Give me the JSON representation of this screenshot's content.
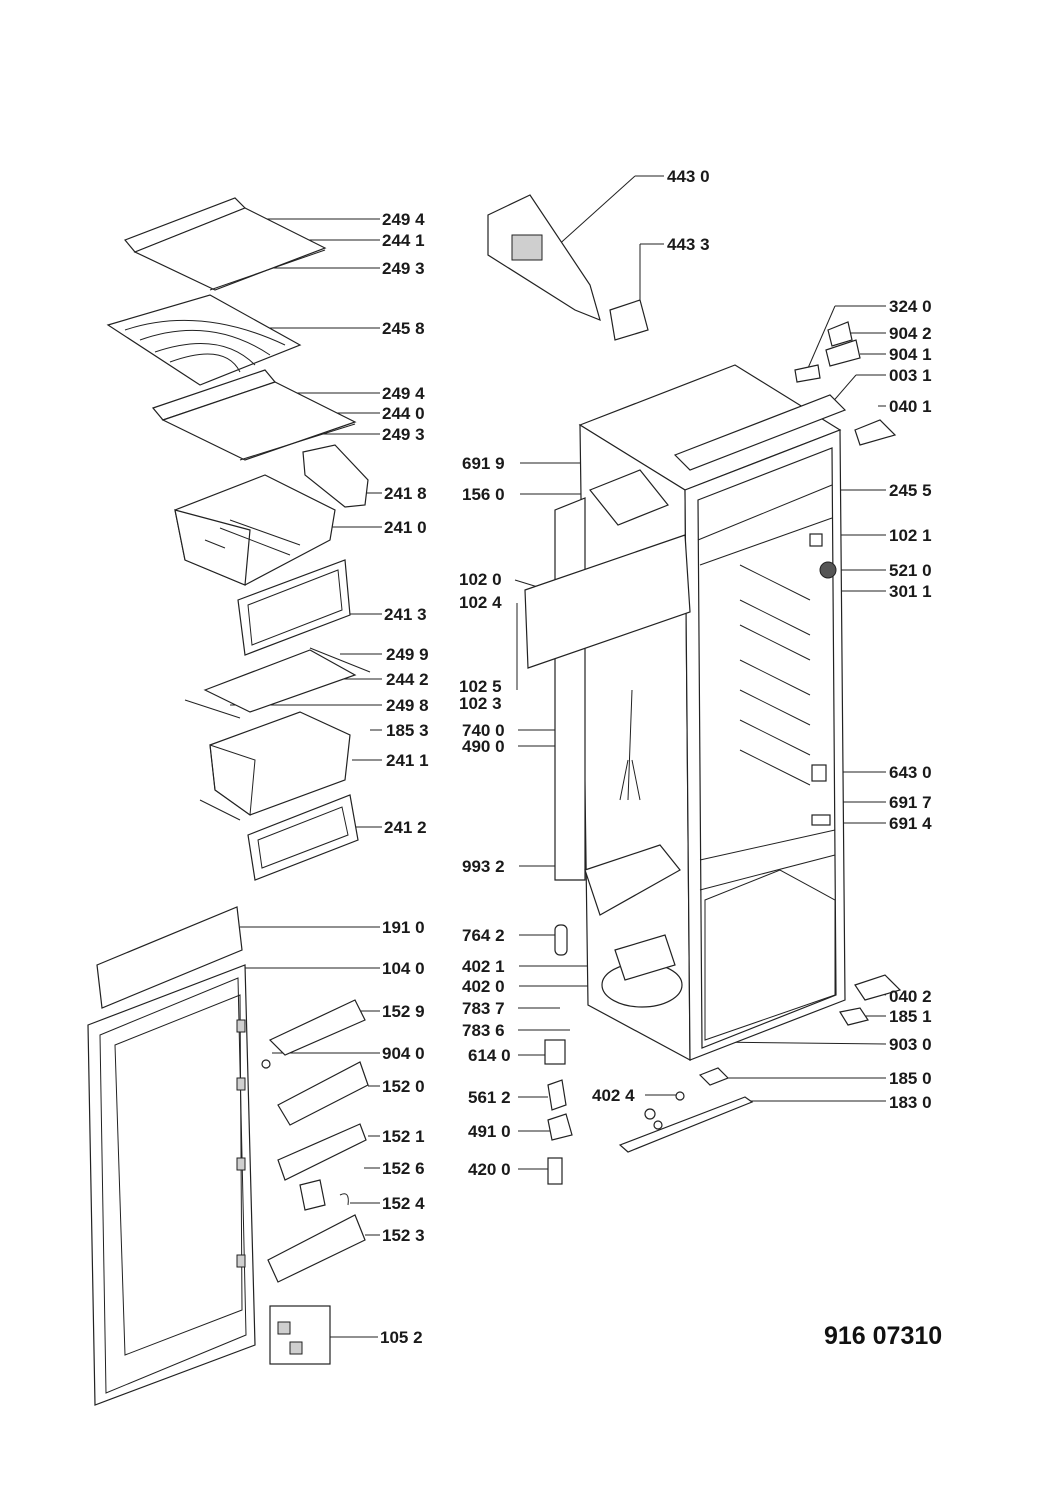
{
  "document_number": "916 07310",
  "labels": {
    "l4430": "443 0",
    "l4433": "443 3",
    "l3240": "324 0",
    "l9042": "904 2",
    "l9041": "904 1",
    "l0031": "003 1",
    "l0401": "040 1",
    "l6919": "691 9",
    "l1560": "156 0",
    "l2455": "245 5",
    "l1021": "102 1",
    "l5210": "521 0",
    "l3011": "301 1",
    "l1020": "102 0",
    "l1024": "102 4",
    "l1025": "102 5",
    "l1023": "102 3",
    "l7400": "740 0",
    "l4900": "490 0",
    "l6430": "643 0",
    "l6917": "691 7",
    "l6914": "691 4",
    "l9932": "993 2",
    "l7642": "764 2",
    "l4021": "402 1",
    "l4020": "402 0",
    "l0402": "040 2",
    "l7837": "783 7",
    "l1851": "185 1",
    "l7836": "783 6",
    "l6140": "614 0",
    "l9030": "903 0",
    "l4024": "402 4",
    "l1850": "185 0",
    "l5612": "561 2",
    "l1830": "183 0",
    "l4910": "491 0",
    "l4200": "420 0",
    "l2494a": "249 4",
    "l2441": "244 1",
    "l2493a": "249 3",
    "l2458": "245 8",
    "l2494b": "249 4",
    "l2440": "244 0",
    "l2493b": "249 3",
    "l2418": "241 8",
    "l2410": "241 0",
    "l2413": "241 3",
    "l2499": "249 9",
    "l2442": "244 2",
    "l2498": "249 8",
    "l1853": "185 3",
    "l2411": "241 1",
    "l2412": "241 2",
    "l1910": "191 0",
    "l1040": "104 0",
    "l1529": "152 9",
    "l9040": "904 0",
    "l1520": "152 0",
    "l1521": "152 1",
    "l1526": "152 6",
    "l1524": "152 4",
    "l1523": "152 3",
    "l1052": "105 2"
  }
}
